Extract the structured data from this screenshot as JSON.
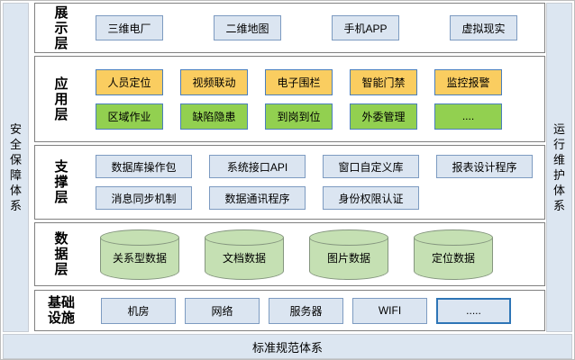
{
  "frame": {
    "left_bar": "安\n全\n保\n障\n体\n系",
    "right_bar": "运\n行\n维\n护\n体\n系",
    "bottom_bar": "标准规范体系"
  },
  "layers": {
    "display": {
      "label": "展\n示\n层",
      "items": [
        "三维电厂",
        "二维地图",
        "手机APP",
        "虚拟现实"
      ]
    },
    "application": {
      "label": "应\n用\n层",
      "row1": [
        "人员定位",
        "视频联动",
        "电子围栏",
        "智能门禁",
        "监控报警"
      ],
      "row2": [
        "区域作业",
        "缺陷隐患",
        "到岗到位",
        "外委管理",
        "...."
      ]
    },
    "support": {
      "label": "支\n撑\n层",
      "row1": [
        "数据库操作包",
        "系统接口API",
        "窗口自定义库",
        "报表设计程序"
      ],
      "row2": [
        "消息同步机制",
        "数据通讯程序",
        "身份权限认证"
      ]
    },
    "data": {
      "label": "数\n据\n层",
      "items": [
        "关系型数据",
        "文档数据",
        "图片数据",
        "定位数据"
      ]
    },
    "infrastructure": {
      "label": "基础\n设施",
      "items": [
        "机房",
        "网络",
        "服务器",
        "WIFI",
        "....."
      ]
    }
  },
  "colors": {
    "sidebar_bg": "#dce6f1",
    "bottom_bar_bg": "#dce6f1",
    "layer_border": "#808080",
    "blue_box_bg": "#dbe5f1",
    "blue_box_border": "#7d9bc1",
    "strong_blue_border": "#2e75b6",
    "yellow_box_bg": "#facd60",
    "green_box_bg": "#92d050",
    "chip_border": "#4a7ebb",
    "cylinder_bg": "#c5e0b3",
    "cylinder_border": "#85967f"
  }
}
